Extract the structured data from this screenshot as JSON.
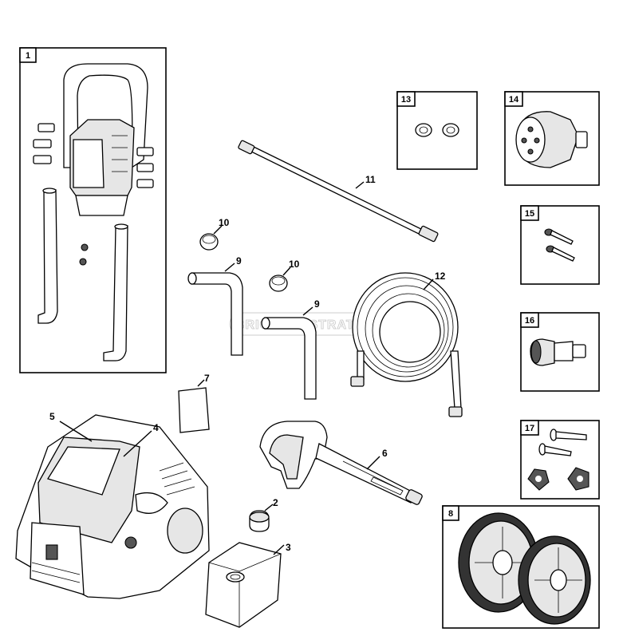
{
  "watermark": "BRIGGS & STRATTON",
  "parts": {
    "p1": "1",
    "p2": "2",
    "p3": "3",
    "p4": "4",
    "p5": "5",
    "p6": "6",
    "p7": "7",
    "p8": "8",
    "p9a": "9",
    "p9b": "9",
    "p10a": "10",
    "p10b": "10",
    "p11": "11",
    "p12": "12",
    "p13": "13",
    "p14": "14",
    "p15": "15",
    "p16": "16",
    "p17": "17"
  }
}
